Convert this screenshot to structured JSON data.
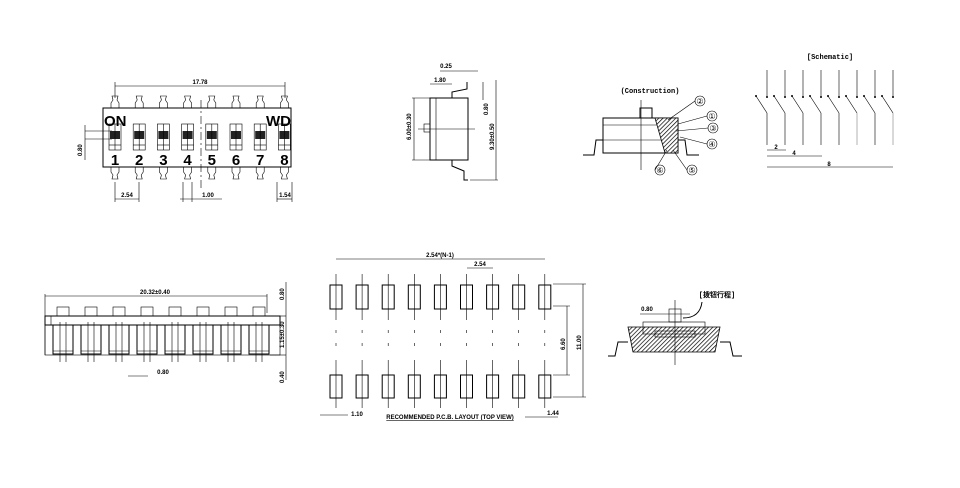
{
  "top_view": {
    "width_dim": "17.78",
    "on_label": "ON",
    "brand_label": "WD",
    "switch_numbers": [
      "1",
      "2",
      "3",
      "4",
      "5",
      "6",
      "7",
      "8"
    ],
    "height_dim": "0.80",
    "pitch_dim": "2.54",
    "slot_dim": "1.00",
    "edge_dim": "1.54"
  },
  "side_view": {
    "lead_dim": "0.25",
    "offset_dim": "1.80",
    "body_dim": "6.00±0.30",
    "foot_dim": "0.80",
    "overall_dim": "9.30±0.50"
  },
  "construction": {
    "title": "(Construction)",
    "callouts": [
      "①",
      "②",
      "③",
      "④",
      "⑤",
      "⑥"
    ]
  },
  "schematic": {
    "title": "[Schematic]",
    "dims": [
      "2",
      "4",
      "8"
    ]
  },
  "front_view": {
    "length_dim": "20.32±0.40",
    "top_dim": "0.80",
    "height_dim": "1.15±0.30",
    "bottom_dim": "0.40",
    "lead_width_dim": "0.80"
  },
  "pcb_layout": {
    "span_dim": "2.54*(N-1)",
    "pitch_dim": "2.54",
    "inner_dim": "6.60",
    "outer_dim": "11.00",
    "pad_width_dim": "1.10",
    "pad_length_dim": "1.44",
    "caption": "RECOMMENDED P.C.B. LAYOUT (TOP VIEW)"
  },
  "travel_view": {
    "title": "[拨钮行程]",
    "travel_dim": "0.80"
  }
}
